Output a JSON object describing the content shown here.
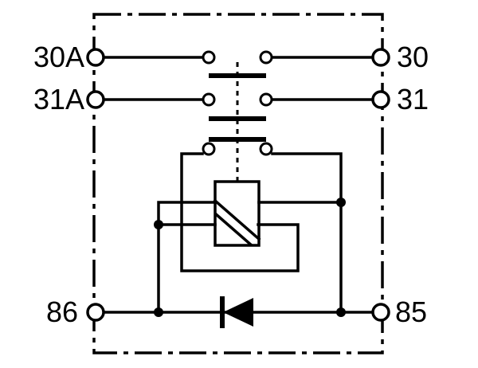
{
  "diagram": {
    "terminals": {
      "t30a": "30A",
      "t31a": "31A",
      "t30": "30",
      "t31": "31",
      "t86": "86",
      "t85": "85"
    }
  }
}
